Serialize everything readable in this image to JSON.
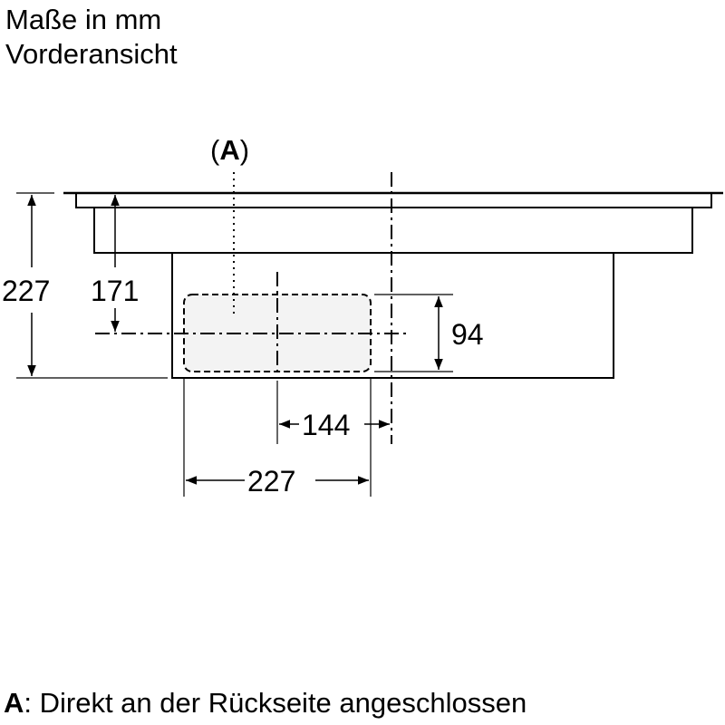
{
  "header": {
    "line1": "Maße in mm",
    "line2": "Vorderansicht"
  },
  "callout": {
    "open": "(",
    "letter": "A",
    "close": ")"
  },
  "dimensions": {
    "total_height": "227",
    "axis_height": "171",
    "opening_height": "94",
    "axis_offset": "144",
    "opening_width": "227"
  },
  "legend": {
    "key": "A",
    "text": ": Direkt an der Rückseite angeschlossen"
  }
}
